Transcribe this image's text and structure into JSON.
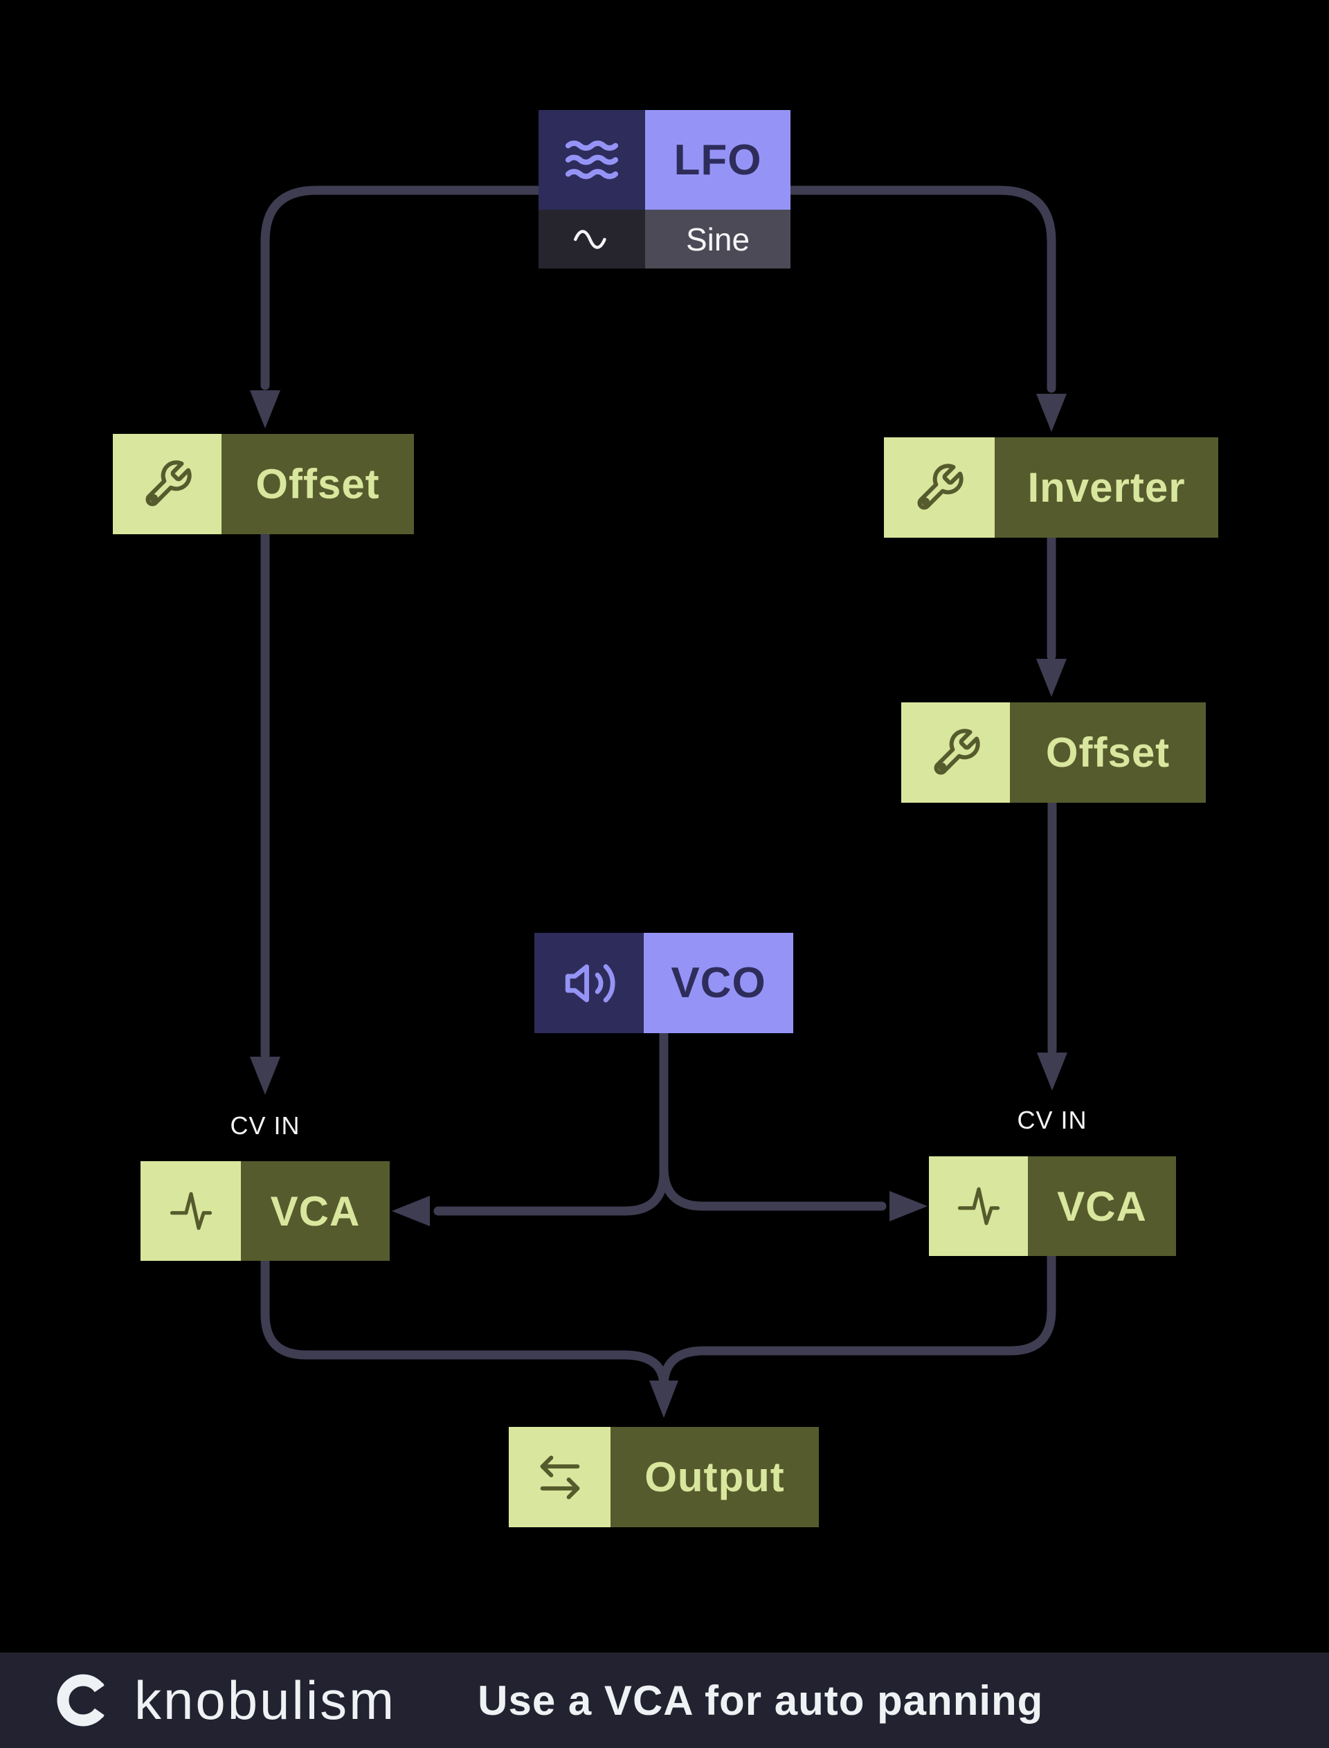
{
  "nodes": {
    "lfo": {
      "label": "LFO",
      "waveform": "Sine",
      "icon": "waves-icon",
      "waveform_icon": "sine-wave-icon"
    },
    "offset_left": {
      "label": "Offset",
      "icon": "wrench-icon"
    },
    "inverter": {
      "label": "Inverter",
      "icon": "wrench-icon"
    },
    "offset_right": {
      "label": "Offset",
      "icon": "wrench-icon"
    },
    "vco": {
      "label": "VCO",
      "icon": "speaker-icon"
    },
    "vca_left": {
      "label": "VCA",
      "port": "CV IN",
      "icon": "activity-icon"
    },
    "vca_right": {
      "label": "VCA",
      "port": "CV IN",
      "icon": "activity-icon"
    },
    "output": {
      "label": "Output",
      "icon": "transfer-arrows-icon"
    }
  },
  "connections": [
    {
      "from": "lfo",
      "to": "offset_left"
    },
    {
      "from": "lfo",
      "to": "inverter"
    },
    {
      "from": "inverter",
      "to": "offset_right"
    },
    {
      "from": "offset_left",
      "to": "vca_left",
      "port": "CV IN"
    },
    {
      "from": "offset_right",
      "to": "vca_right",
      "port": "CV IN"
    },
    {
      "from": "vco",
      "to": "vca_left"
    },
    {
      "from": "vco",
      "to": "vca_right"
    },
    {
      "from": "vca_left",
      "to": "output"
    },
    {
      "from": "vca_right",
      "to": "output"
    }
  ],
  "colors": {
    "background": "#000000",
    "wire": "#3e3d52",
    "purple_light": "#9594f6",
    "navy": "#2e2c5a",
    "green_light": "#d9e79e",
    "olive": "#565b2d",
    "subrow_icon_bg": "#26252e",
    "subrow_label_bg": "#4b4a56",
    "text_light": "#f5f5f7",
    "footer_bg": "#232230",
    "footer_text": "#eef2f4"
  },
  "footer": {
    "brand": "knobulism",
    "tip": "Use a VCA for auto panning"
  }
}
